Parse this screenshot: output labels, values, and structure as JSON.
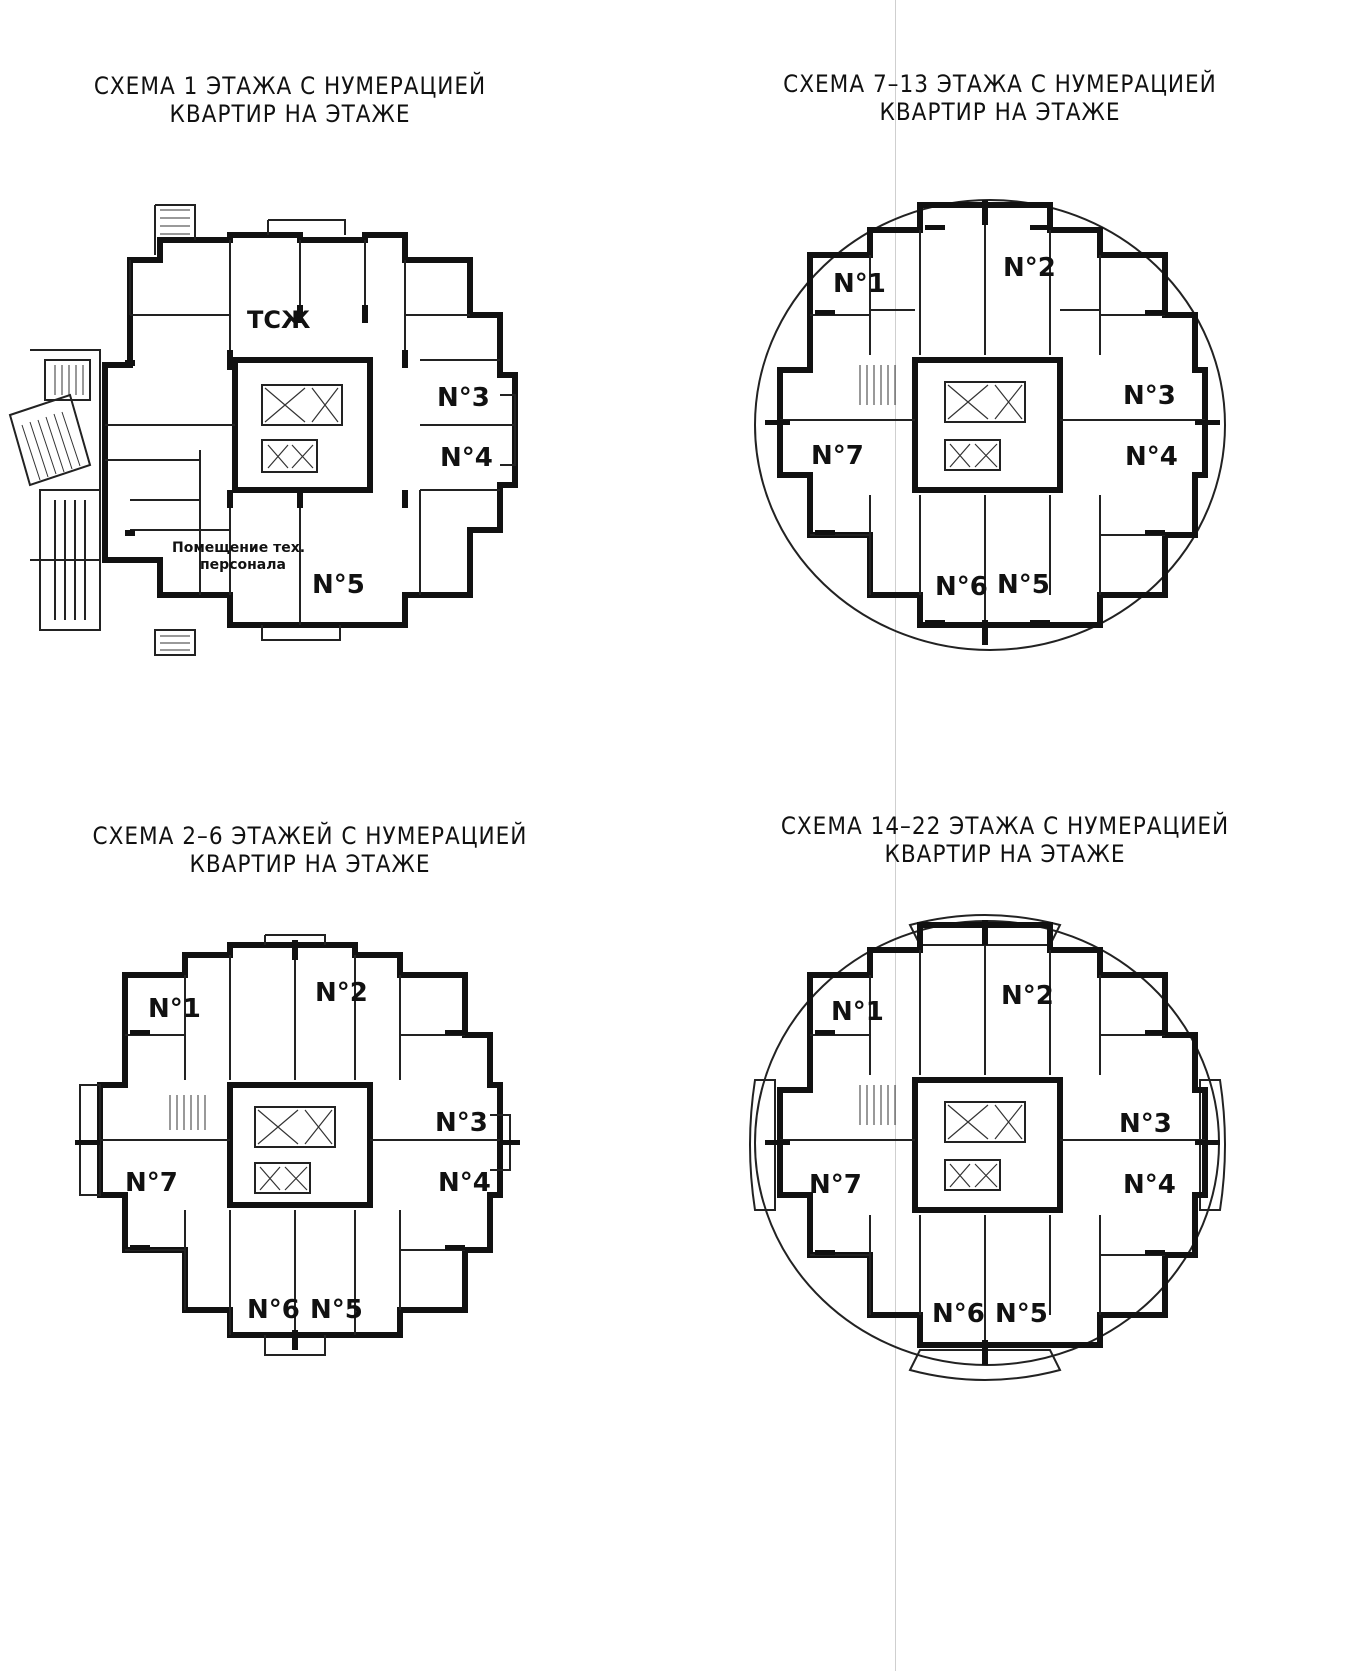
{
  "schemes": [
    {
      "title_line1": "СХЕМА 1 ЭТАЖА С НУМЕРАЦИЕЙ",
      "title_line2": "КВАРТИР НА ЭТАЖЕ",
      "apartments": [
        "N°3",
        "N°4",
        "N°5"
      ],
      "rooms": [
        "ТСЖ",
        "Помещение тех.",
        "персонала"
      ]
    },
    {
      "title_line1": "СХЕМА 7–13 ЭТАЖА С НУМЕРАЦИЕЙ",
      "title_line2": "КВАРТИР НА ЭТАЖЕ",
      "apartments": [
        "N°1",
        "N°2",
        "N°3",
        "N°4",
        "N°5",
        "N°6",
        "N°7"
      ]
    },
    {
      "title_line1": "СХЕМА 2–6 ЭТАЖЕЙ С НУМЕРАЦИЕЙ",
      "title_line2": "КВАРТИР НА ЭТАЖЕ",
      "apartments": [
        "N°1",
        "N°2",
        "N°3",
        "N°4",
        "N°5",
        "N°6",
        "N°7"
      ]
    },
    {
      "title_line1": "СХЕМА 14–22 ЭТАЖА С НУМЕРАЦИЕЙ",
      "title_line2": "КВАРТИР НА ЭТАЖЕ",
      "apartments": [
        "N°1",
        "N°2",
        "N°3",
        "N°4",
        "N°5",
        "N°6",
        "N°7"
      ]
    }
  ]
}
